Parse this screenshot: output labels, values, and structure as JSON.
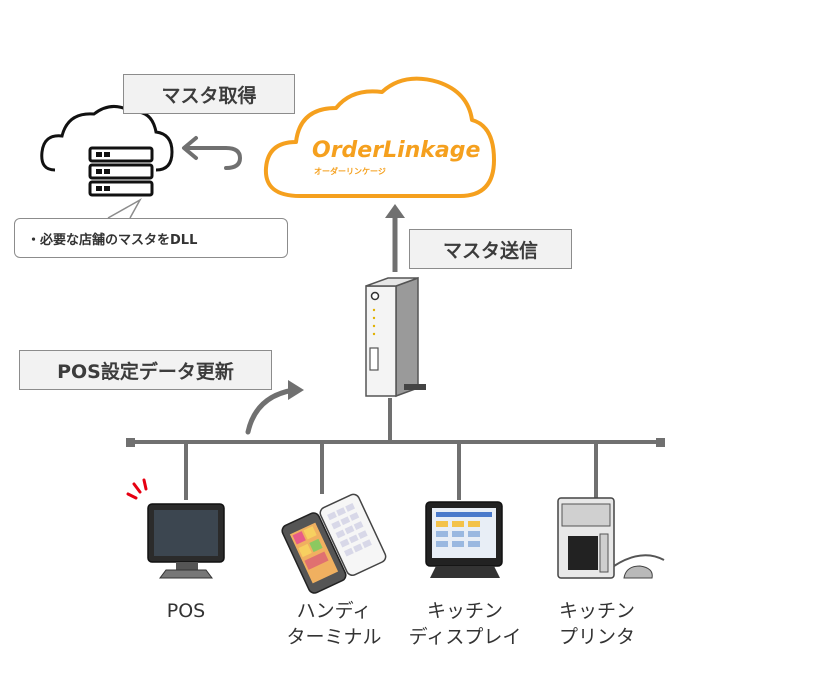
{
  "labels": {
    "master_fetch": "マスタ取得",
    "master_send": "マスタ送信",
    "pos_update": "POS設定データ更新",
    "note_dl": "・必要な店舗のマスタをDLL"
  },
  "cloud": {
    "brand": "OrderLinkage",
    "brand_sub": "オーダーリンケージ",
    "accent": "#f5a01e"
  },
  "devices": [
    {
      "line1": "POS",
      "line2": ""
    },
    {
      "line1": "ハンディ",
      "line2": "ターミナル"
    },
    {
      "line1": "キッチン",
      "line2": "ディスプレイ"
    },
    {
      "line1": "キッチン",
      "line2": "プリンタ"
    }
  ],
  "colors": {
    "line": "#707070",
    "box_bg": "#f2f2f2",
    "alert": "#e60012"
  }
}
